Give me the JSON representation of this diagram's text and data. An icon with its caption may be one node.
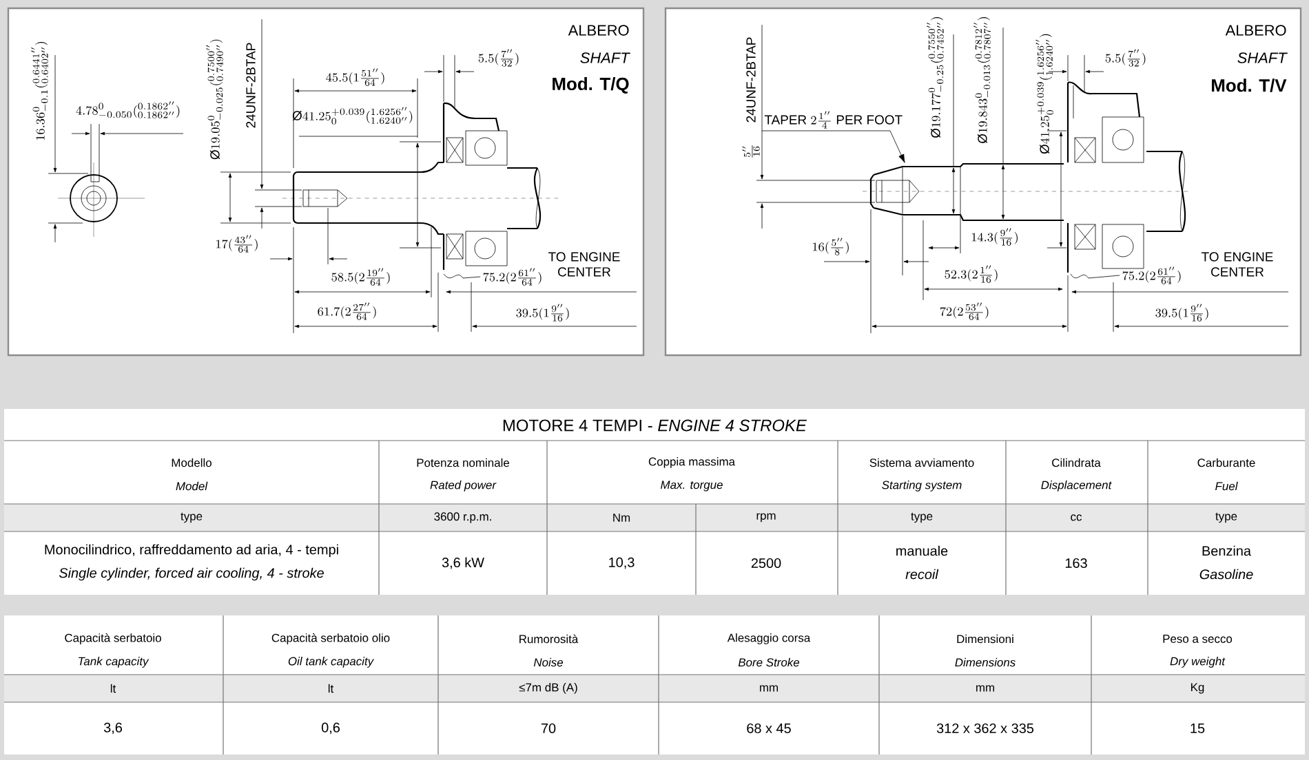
{
  "diagram": {
    "nodes": [
      {
        "text": [
          "75.2(2\\frac{61''}{64})"
        ]
      },
      {
        "text": [
          "\\mbox{TAPER }2\\frac{1''}{4}\\mbox{ PER FOOT}"
        ]
      },
      {
        "text": [
          "75.2(2\\frac{61''}{64})"
        ]
      }
    ],
    "edges": [
      {
        "from": 0,
        "to": null,
        "arrow": "none"
      },
      {
        "from": 1,
        "to": null,
        "arrow": "to"
      },
      {
        "from": 2,
        "to": null,
        "arrow": "none"
      }
    ],
    "labels": [
      "ALBERO",
      "SHAFT",
      "Mod. T/Q",
      "16.36^{0}_{-0.1}(^{0.6441''}_{0.6402''})",
      "4.78^{0}_{-0.050}(^{0.1862''}_{0.1862''})",
      "\\mbox{Ø}19.05^{0}_{-0.025}(^{0.7500''}_{0.7490''})",
      "24UNF-2BTAP",
      "45.5(1\\frac{51''}{64})",
      "5.5(\\frac{7''}{32})",
      "\\mbox{Ø}41.25^{+0.039}_{0}(^{1.6256''}_{1.6240''})",
      "17(\\frac{43''}{64})",
      "58.5(2\\frac{19''}{64})",
      "TO ENGINE CENTER",
      "61.7(2\\frac{27''}{64})",
      "39.5(1\\frac{9''}{16})",
      "ALBERO",
      "SHAFT",
      "Mod. T/V",
      "24UNF-2BTAP",
      "\\frac{5''}{16}",
      "\\mbox{Ø}19.177^{0}_{-0.25}(^{0.7550''}_{0.7452''})",
      "\\mbox{Ø}19.843^{0}_{-0.013}(^{0.7812''}_{0.7807''})",
      "5.5(\\frac{7''}{32})",
      "\\mbox{Ø}41.25^{+0.039}_{0}(^{1.6256''}_{1.6240''})",
      "16(\\frac{5''}{8})",
      "14.3(\\frac{9''}{16})",
      "52.3(2\\frac{1''}{16})",
      "TO ENGINE CENTER",
      "72(2\\frac{53''}{64})",
      "39.5(1\\frac{9''}{16})",
      "MOTORE 4 TEMPI  -  *ENGINE 4 STROKE*",
      "Modello",
      "Model",
      "Potenza nominale",
      "Rated power",
      "Coppia massima",
      "Max. torgue",
      "Sistema avviamento",
      "Starting system",
      "Cilindrata",
      "Displacement",
      "Carburante",
      "Fuel",
      "type",
      "3600 r.p.m.",
      "Nm",
      "rpm",
      "type",
      "cc",
      "type",
      "Monocilindrico, raffreddamento ad aria, 4 - tempi",
      "Single cylinder, forced air cooling, 4 - stroke",
      "3,6 kW",
      "10,3",
      "2500",
      "manuale",
      "recoil",
      "163",
      "Benzina",
      "Gasoline",
      "Capacità serbatoio",
      "Tank capacity",
      "Capacità serbatoio olio",
      "Oil tank capacity",
      "Rumorosità",
      "Noise",
      "Alesaggio corsa",
      "Bore Stroke",
      "Dimensioni",
      "Dimensions",
      "Peso a secco",
      "Dry weight",
      "lt",
      "lt",
      "≤7m dB (A)",
      "mm",
      "mm",
      "Kg",
      "3,6",
      "0,6",
      "70",
      "68 x 45",
      "312 x 362 x 335",
      "15"
    ]
  }
}
